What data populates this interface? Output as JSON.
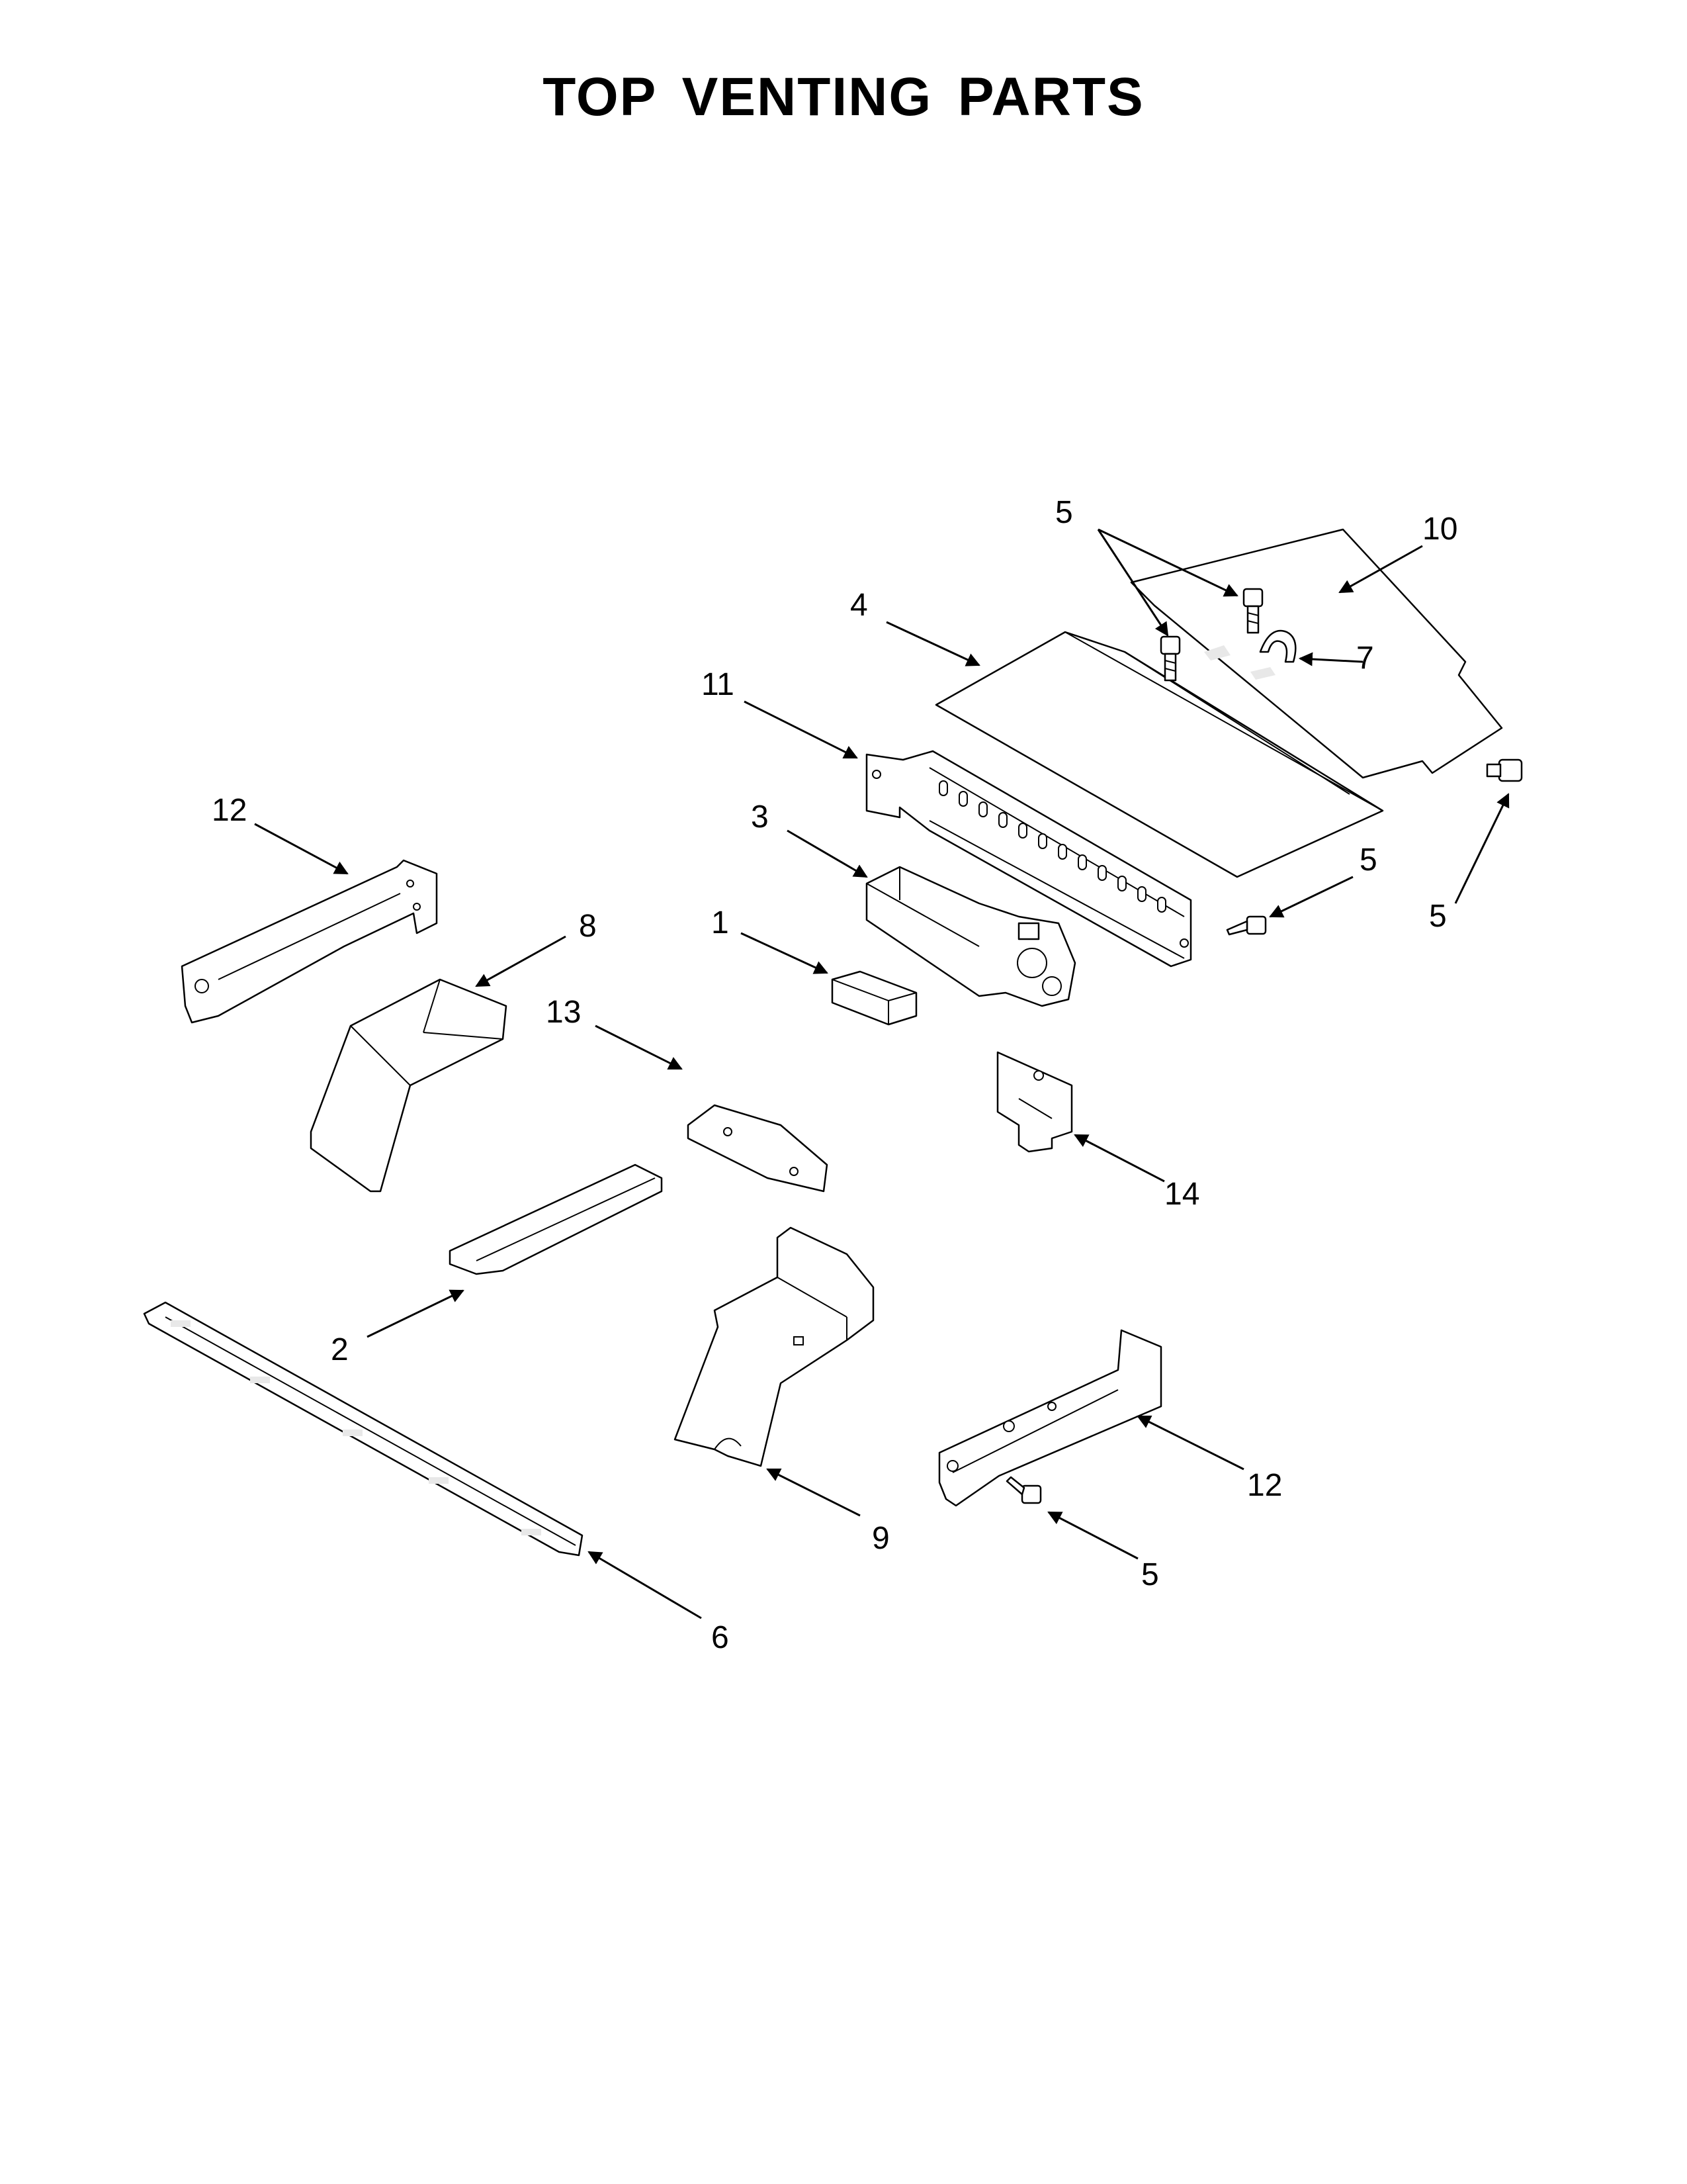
{
  "title": "TOP VENTING PARTS",
  "callouts": {
    "c1": "1",
    "c2": "2",
    "c3": "3",
    "c4": "4",
    "c5_top": "5",
    "c5_right_a": "5",
    "c5_right_b": "5",
    "c5_bottom": "5",
    "c6": "6",
    "c7": "7",
    "c8": "8",
    "c9": "9",
    "c10": "10",
    "c11": "11",
    "c12_left": "12",
    "c12_right": "12",
    "c13": "13",
    "c14": "14"
  },
  "colors": {
    "line": "#000000",
    "background": "#ffffff"
  }
}
